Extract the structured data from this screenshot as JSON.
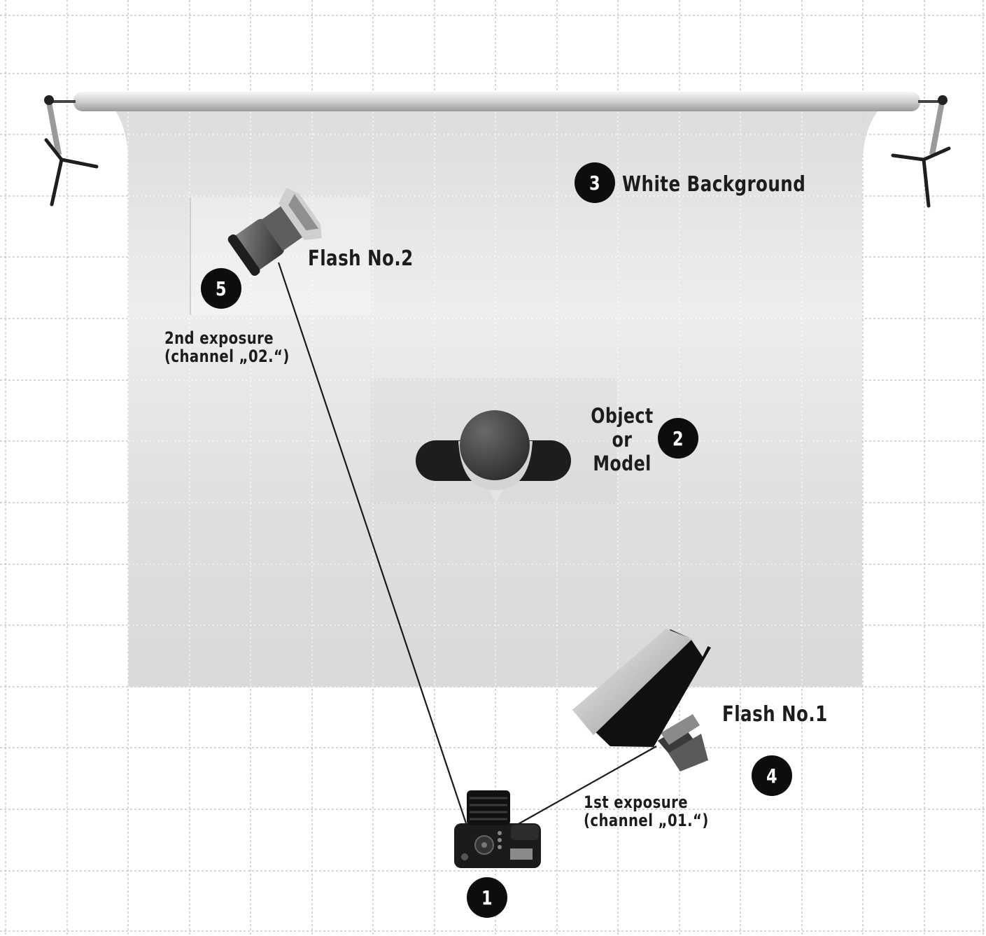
{
  "labels": {
    "background": "White Background",
    "flash2": "Flash No.2",
    "flash1": "Flash No.1",
    "exposure2_line1": "2nd exposure",
    "exposure2_line2": "(channel „02.“)",
    "exposure1_line1": "1st exposure",
    "exposure1_line2": "(channel „01.“)",
    "object_line1": "Object",
    "object_line2": "or",
    "object_line3": "Model"
  },
  "badges": {
    "camera": "1",
    "object": "2",
    "background": "3",
    "flash1": "4",
    "flash2": "5"
  },
  "colors": {
    "grid": "#bdbdbd",
    "backdrop": "#e3e3e3",
    "badge": "#0d0d0d",
    "line": "#1a1a1a"
  }
}
